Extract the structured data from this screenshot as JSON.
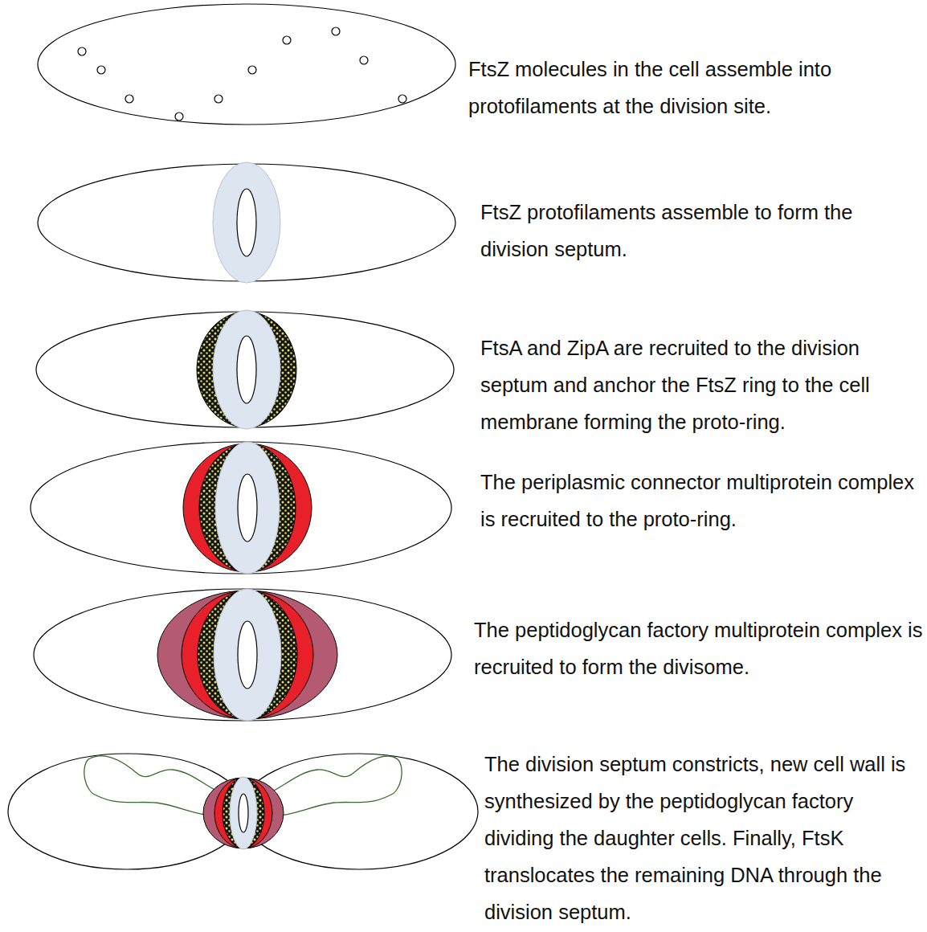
{
  "diagram": {
    "labels": [
      "FtsZ molecules in the cell assemble into protofilaments at the division site.",
      "FtsZ protofilaments assemble to form the division septum.",
      "FtsA and ZipA are recruited to the division septum and anchor the FtsZ ring to the cell membrane forming the proto-ring.",
      "The periplasmic connector multiprotein complex is recruited to the proto-ring.",
      "The peptidoglycan factory multiprotein complex is recruited to form the divisome.",
      "The division septum constricts, new cell wall is synthesized by the peptidoglycan factory dividing the daughter cells. Finally, FtsK translocates the remaining DNA through the division septum."
    ]
  }
}
